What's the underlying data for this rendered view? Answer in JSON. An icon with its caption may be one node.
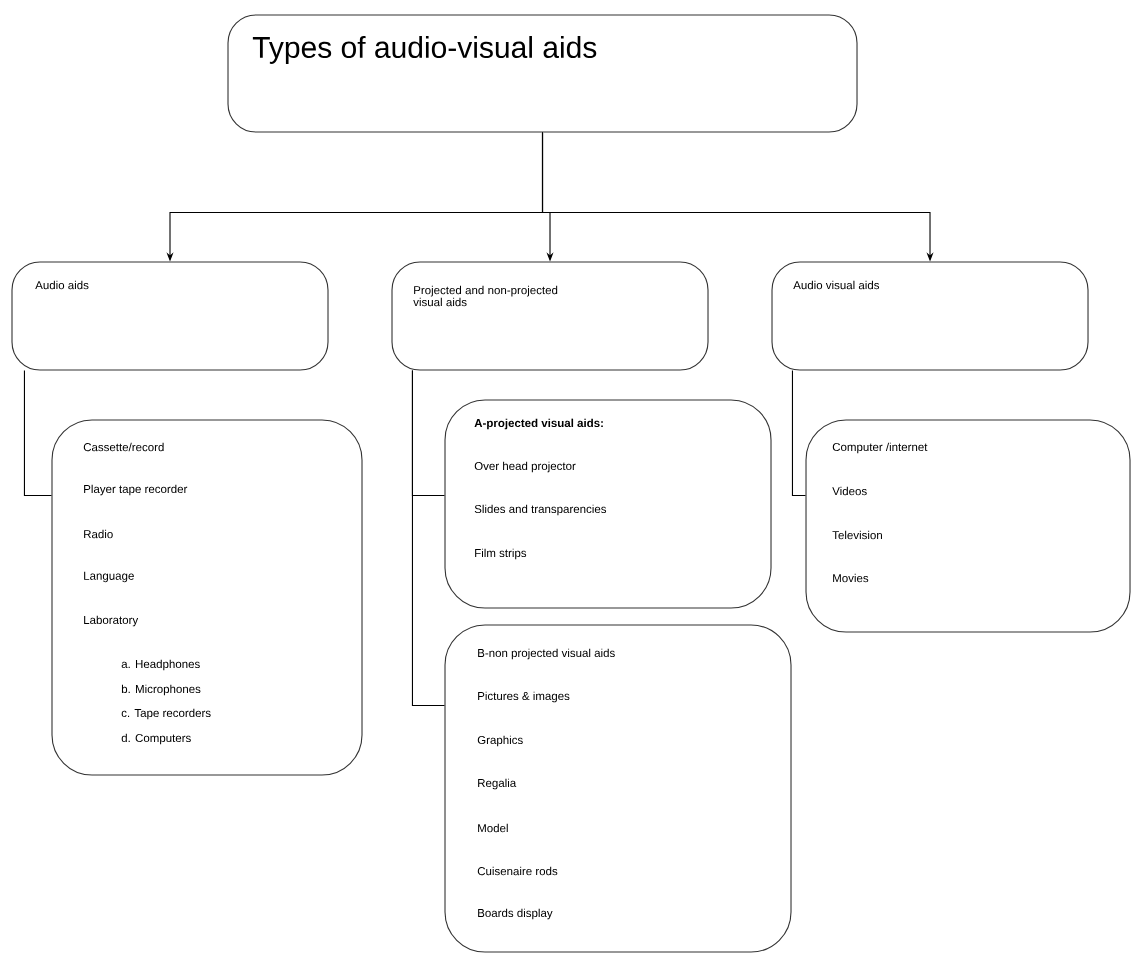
{
  "diagram": {
    "nodes": [
      {
        "text": [
          "Types of audio-visual aids"
        ]
      },
      {
        "text": [
          "Audio aids"
        ]
      },
      {
        "text": [
          "Projected and non-projected visual aids"
        ]
      },
      {
        "text": [
          "Audio visual aids"
        ]
      },
      {
        "text": [
          "Cassette/record",
          "Player tape recorder",
          "Radio",
          "Language",
          "Laboratory",
          "a. Headphones",
          "b. Microphones",
          "c. Tape recorders",
          "d. Computers"
        ]
      },
      {
        "text": [
          "A-projected visual aids:",
          "Over head projector",
          "Slides and transparencies",
          "Film strips"
        ]
      },
      {
        "text": [
          "B-non projected visual aids",
          "Pictures & images",
          "Graphics",
          "Regalia",
          "Model",
          "Cuisenaire rods",
          "Boards display"
        ]
      },
      {
        "text": [
          "Computer /internet",
          "Videos",
          "Television",
          "Movies"
        ]
      }
    ],
    "edges": [
      {
        "from": 0,
        "to": 1,
        "arrow": "to"
      },
      {
        "from": 0,
        "to": 2,
        "arrow": "to"
      },
      {
        "from": 0,
        "to": 3,
        "arrow": "to"
      },
      {
        "from": 1,
        "to": 4,
        "arrow": "none"
      },
      {
        "from": 2,
        "to": 5,
        "arrow": "none"
      },
      {
        "from": 2,
        "to": 6,
        "arrow": "none"
      },
      {
        "from": 3,
        "to": 7,
        "arrow": "none"
      }
    ]
  }
}
